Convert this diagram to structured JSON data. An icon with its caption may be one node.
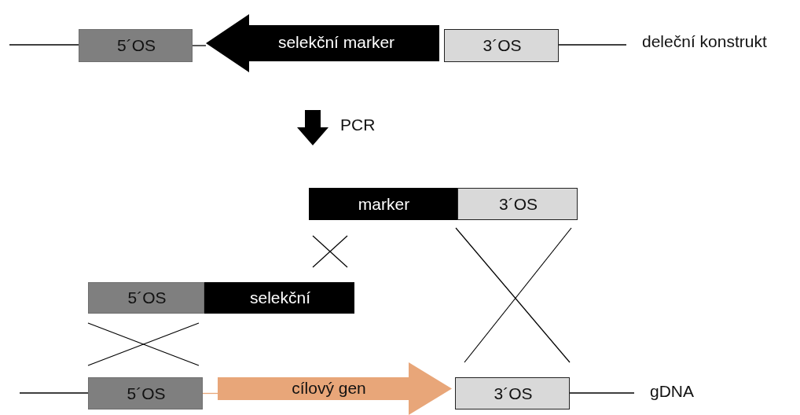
{
  "diagram": {
    "nodes": [
      {
        "text": [
          "5´OS"
        ]
      },
      {
        "text": [
          "selekční marker"
        ]
      },
      {
        "text": [
          "3´OS"
        ]
      },
      {
        "text": [
          "marker"
        ]
      },
      {
        "text": [
          "3´OS"
        ]
      },
      {
        "text": [
          "5´OS"
        ]
      },
      {
        "text": [
          "selekční"
        ]
      },
      {
        "text": [
          "5´OS"
        ]
      },
      {
        "text": [
          "cílový gen"
        ]
      },
      {
        "text": [
          "3´OS"
        ]
      }
    ],
    "edges": [
      {
        "from": 0,
        "to": 1,
        "arrow": "none"
      },
      {
        "from": 7,
        "to": 8,
        "arrow": "none",
        "color": "#e8a679"
      }
    ],
    "labels": [
      "deleční konstrukt",
      "PCR",
      "gDNA"
    ]
  }
}
